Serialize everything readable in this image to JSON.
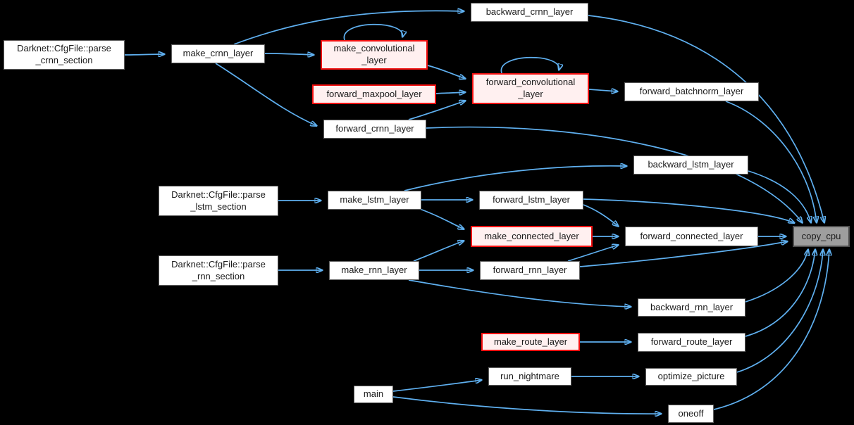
{
  "diagram": {
    "type": "call-graph",
    "focus_function": "copy_cpu",
    "colors": {
      "background": "#000000",
      "edge": "#5fb0f0",
      "node_fill": "#ffffff",
      "node_border": "#5f5f5f",
      "emphasis_fill": "#fff0f0",
      "emphasis_border": "#f21111",
      "focus_fill": "#9e9e9e",
      "focus_border": "#4d4d4d",
      "text": "#1a1a1a"
    },
    "nodes": [
      {
        "id": "parse_crnn_section",
        "label": "Darknet::CfgFile::parse\n_crnn_section",
        "kind": "default"
      },
      {
        "id": "make_crnn_layer",
        "label": "make_crnn_layer",
        "kind": "default"
      },
      {
        "id": "backward_crnn_layer",
        "label": "backward_crnn_layer",
        "kind": "default"
      },
      {
        "id": "make_convolutional_layer",
        "label": "make_convolutional\n_layer",
        "kind": "emphasis"
      },
      {
        "id": "forward_maxpool_layer",
        "label": "forward_maxpool_layer",
        "kind": "emphasis"
      },
      {
        "id": "forward_convolutional_layer",
        "label": "forward_convolutional\n_layer",
        "kind": "emphasis"
      },
      {
        "id": "forward_batchnorm_layer",
        "label": "forward_batchnorm_layer",
        "kind": "default"
      },
      {
        "id": "forward_crnn_layer",
        "label": "forward_crnn_layer",
        "kind": "default"
      },
      {
        "id": "backward_lstm_layer",
        "label": "backward_lstm_layer",
        "kind": "default"
      },
      {
        "id": "parse_lstm_section",
        "label": "Darknet::CfgFile::parse\n_lstm_section",
        "kind": "default"
      },
      {
        "id": "make_lstm_layer",
        "label": "make_lstm_layer",
        "kind": "default"
      },
      {
        "id": "forward_lstm_layer",
        "label": "forward_lstm_layer",
        "kind": "default"
      },
      {
        "id": "make_connected_layer",
        "label": "make_connected_layer",
        "kind": "emphasis"
      },
      {
        "id": "forward_connected_layer",
        "label": "forward_connected_layer",
        "kind": "default"
      },
      {
        "id": "copy_cpu",
        "label": "copy_cpu",
        "kind": "focus"
      },
      {
        "id": "parse_rnn_section",
        "label": "Darknet::CfgFile::parse\n_rnn_section",
        "kind": "default"
      },
      {
        "id": "make_rnn_layer",
        "label": "make_rnn_layer",
        "kind": "default"
      },
      {
        "id": "forward_rnn_layer",
        "label": "forward_rnn_layer",
        "kind": "default"
      },
      {
        "id": "backward_rnn_layer",
        "label": "backward_rnn_layer",
        "kind": "default"
      },
      {
        "id": "make_route_layer",
        "label": "make_route_layer",
        "kind": "emphasis"
      },
      {
        "id": "forward_route_layer",
        "label": "forward_route_layer",
        "kind": "default"
      },
      {
        "id": "run_nightmare",
        "label": "run_nightmare",
        "kind": "default"
      },
      {
        "id": "optimize_picture",
        "label": "optimize_picture",
        "kind": "default"
      },
      {
        "id": "main",
        "label": "main",
        "kind": "default"
      },
      {
        "id": "oneoff",
        "label": "oneoff",
        "kind": "default"
      }
    ],
    "edges": [
      {
        "from": "parse_crnn_section",
        "to": "make_crnn_layer"
      },
      {
        "from": "make_crnn_layer",
        "to": "backward_crnn_layer"
      },
      {
        "from": "make_crnn_layer",
        "to": "make_convolutional_layer"
      },
      {
        "from": "make_crnn_layer",
        "to": "forward_crnn_layer"
      },
      {
        "from": "make_convolutional_layer",
        "to": "make_convolutional_layer"
      },
      {
        "from": "make_convolutional_layer",
        "to": "forward_convolutional_layer"
      },
      {
        "from": "forward_maxpool_layer",
        "to": "forward_convolutional_layer"
      },
      {
        "from": "forward_crnn_layer",
        "to": "forward_convolutional_layer"
      },
      {
        "from": "forward_convolutional_layer",
        "to": "forward_convolutional_layer"
      },
      {
        "from": "forward_convolutional_layer",
        "to": "forward_batchnorm_layer"
      },
      {
        "from": "backward_crnn_layer",
        "to": "copy_cpu"
      },
      {
        "from": "forward_batchnorm_layer",
        "to": "copy_cpu"
      },
      {
        "from": "forward_crnn_layer",
        "to": "copy_cpu"
      },
      {
        "from": "make_lstm_layer",
        "to": "backward_lstm_layer"
      },
      {
        "from": "make_lstm_layer",
        "to": "forward_lstm_layer"
      },
      {
        "from": "make_lstm_layer",
        "to": "make_connected_layer"
      },
      {
        "from": "forward_lstm_layer",
        "to": "forward_connected_layer"
      },
      {
        "from": "forward_lstm_layer",
        "to": "copy_cpu"
      },
      {
        "from": "backward_lstm_layer",
        "to": "copy_cpu"
      },
      {
        "from": "make_connected_layer",
        "to": "forward_connected_layer"
      },
      {
        "from": "forward_connected_layer",
        "to": "copy_cpu"
      },
      {
        "from": "parse_lstm_section",
        "to": "make_lstm_layer"
      },
      {
        "from": "parse_rnn_section",
        "to": "make_rnn_layer"
      },
      {
        "from": "make_rnn_layer",
        "to": "make_connected_layer"
      },
      {
        "from": "make_rnn_layer",
        "to": "forward_rnn_layer"
      },
      {
        "from": "make_rnn_layer",
        "to": "backward_rnn_layer"
      },
      {
        "from": "forward_rnn_layer",
        "to": "forward_connected_layer"
      },
      {
        "from": "forward_rnn_layer",
        "to": "copy_cpu"
      },
      {
        "from": "backward_rnn_layer",
        "to": "copy_cpu"
      },
      {
        "from": "make_route_layer",
        "to": "forward_route_layer"
      },
      {
        "from": "forward_route_layer",
        "to": "copy_cpu"
      },
      {
        "from": "run_nightmare",
        "to": "optimize_picture"
      },
      {
        "from": "optimize_picture",
        "to": "copy_cpu"
      },
      {
        "from": "main",
        "to": "run_nightmare"
      },
      {
        "from": "main",
        "to": "oneoff"
      },
      {
        "from": "oneoff",
        "to": "copy_cpu"
      }
    ]
  }
}
